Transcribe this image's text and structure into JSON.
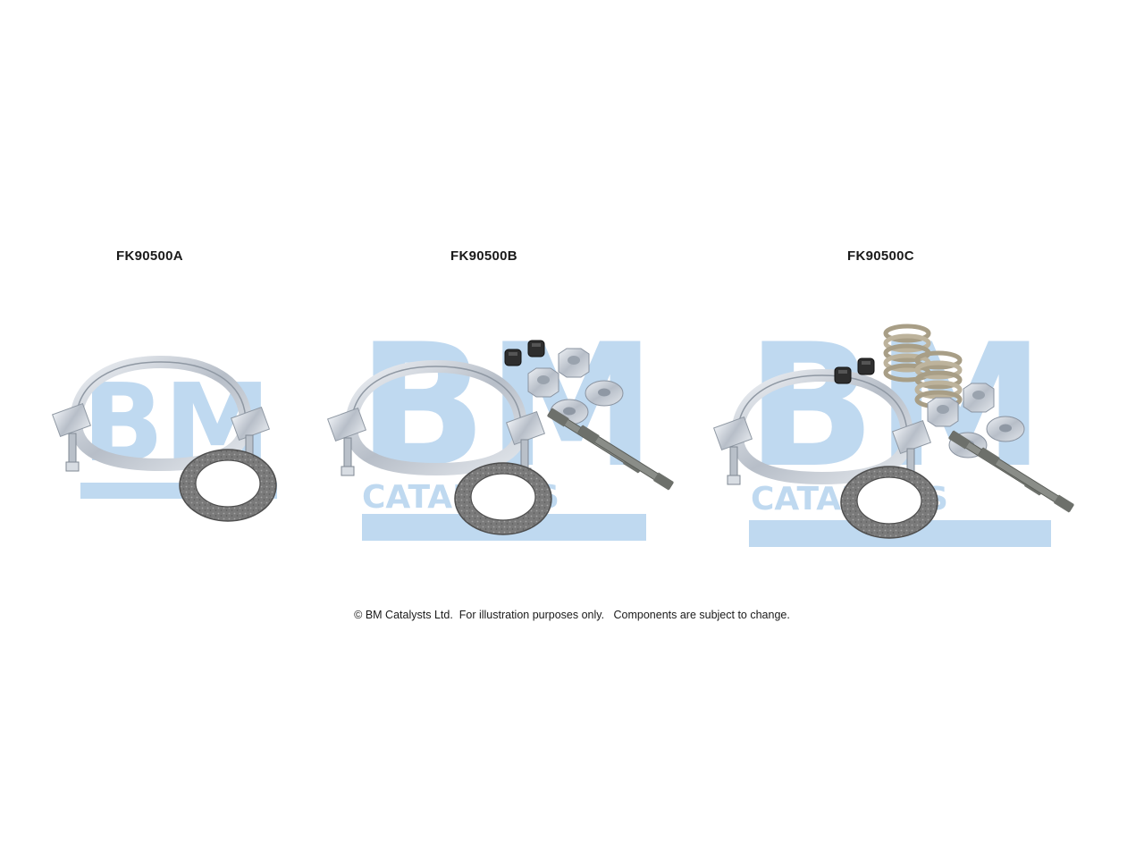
{
  "kits": [
    {
      "label": "FK90500A"
    },
    {
      "label": "FK90500B"
    },
    {
      "label": "FK90500C"
    }
  ],
  "footer": "© BM Catalysts Ltd.  For illustration purposes only.   Components are subject to change.",
  "watermark": {
    "monogram": "BM",
    "brand": "CATALYSTS"
  },
  "colors": {
    "watermark": "#b9d5ef",
    "metal": "#c9ced6",
    "gasket": "#7e7e7e",
    "text": "#1a1a1a"
  }
}
